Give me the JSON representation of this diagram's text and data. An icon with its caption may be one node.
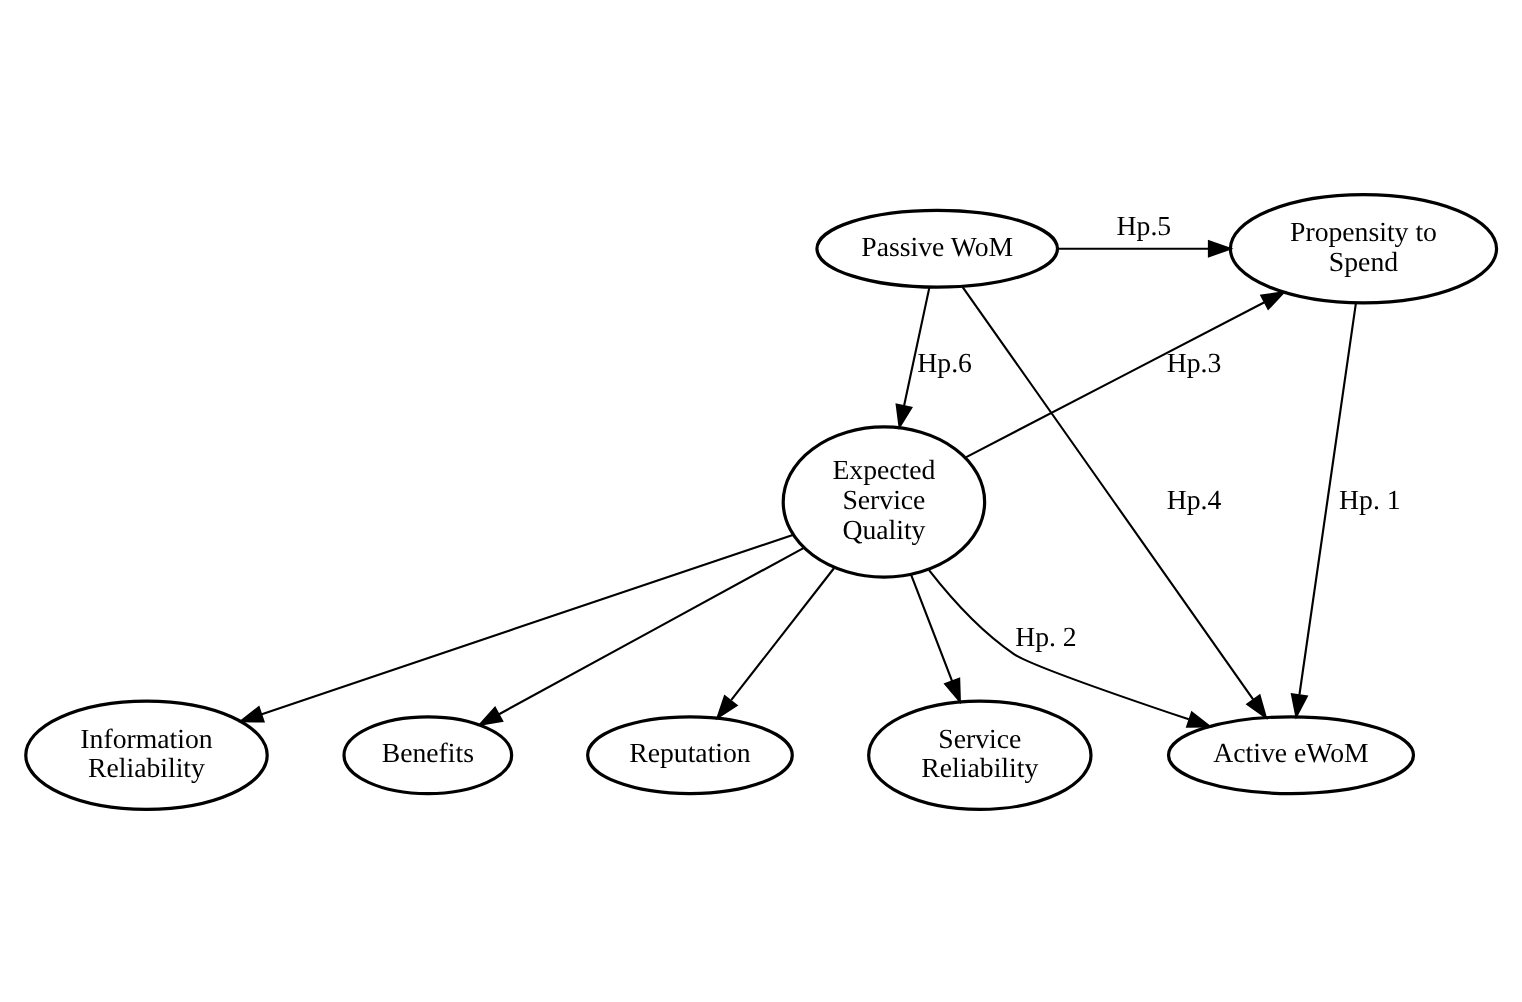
{
  "diagram": {
    "nodes": [
      {
        "text": [
          "Active eWoM"
        ]
      },
      {
        "text": [
          "Passive WoM"
        ]
      },
      {
        "text": [
          "Propensity to Spend"
        ]
      },
      {
        "text": [
          "Expected Service Quality"
        ]
      },
      {
        "text": [
          "Reputation"
        ]
      },
      {
        "text": [
          "Service Reliability"
        ]
      },
      {
        "text": [
          "Information Reliability"
        ]
      },
      {
        "text": [
          "Benefits"
        ]
      }
    ],
    "edges": [
      {
        "from": 1,
        "to": 0,
        "arrow": "to",
        "label": "Hp.4"
      },
      {
        "from": 2,
        "to": 0,
        "arrow": "to",
        "label": "Hp. 1"
      },
      {
        "from": 1,
        "to": 2,
        "arrow": "to",
        "label": "Hp.5"
      },
      {
        "from": 3,
        "to": 0,
        "arrow": "to",
        "label": "Hp. 2"
      },
      {
        "from": 1,
        "to": 3,
        "arrow": "to",
        "label": "Hp.6"
      },
      {
        "from": 3,
        "to": 2,
        "arrow": "to",
        "label": "Hp.3"
      },
      {
        "from": 3,
        "to": 4,
        "arrow": "to"
      },
      {
        "from": 3,
        "to": 5,
        "arrow": "to"
      },
      {
        "from": 3,
        "to": 6,
        "arrow": "to"
      },
      {
        "from": 3,
        "to": 7,
        "arrow": "to"
      }
    ]
  }
}
